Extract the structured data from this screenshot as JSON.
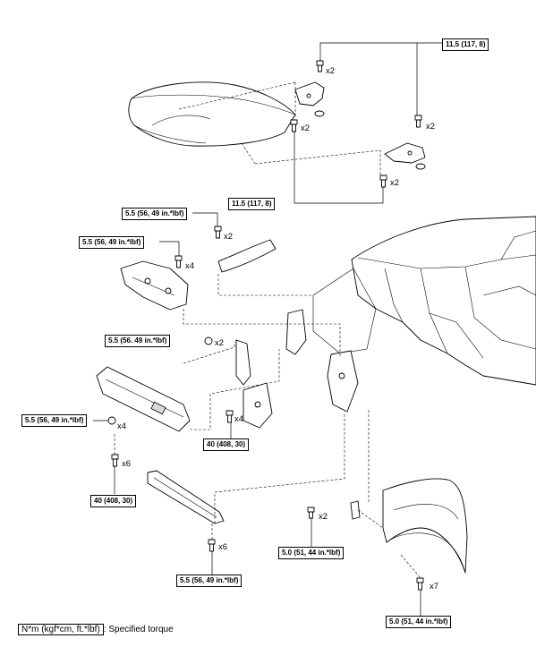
{
  "torque_labels": [
    {
      "id": "t1",
      "text": "11.5 (117, 8)"
    },
    {
      "id": "t2",
      "text": "11.5 (117, 8)"
    },
    {
      "id": "t3",
      "text": "5.5 (56, 49 in.*lbf)"
    },
    {
      "id": "t4",
      "text": "5.5 (56, 49 in.*lbf)"
    },
    {
      "id": "t5",
      "text": "5.5 (56. 49 in.*lbf)"
    },
    {
      "id": "t6",
      "text": "5.5 (56, 49 in.*lbf)"
    },
    {
      "id": "t7",
      "text": "40 (408, 30)"
    },
    {
      "id": "t8",
      "text": "40 (408, 30)"
    },
    {
      "id": "t9",
      "text": "5.0 (51, 44 in.*lbf)"
    },
    {
      "id": "t10",
      "text": "5.5 (56, 49 in.*lbf)"
    },
    {
      "id": "t11",
      "text": "5.0 (51, 44 in.*lbf)"
    }
  ],
  "quantities": [
    {
      "id": "q1",
      "text": "x2"
    },
    {
      "id": "q2",
      "text": "x2"
    },
    {
      "id": "q3",
      "text": "x2"
    },
    {
      "id": "q4",
      "text": "x2"
    },
    {
      "id": "q5",
      "text": "x2"
    },
    {
      "id": "q6",
      "text": "x4"
    },
    {
      "id": "q7",
      "text": "x2"
    },
    {
      "id": "q8",
      "text": "x4"
    },
    {
      "id": "q9",
      "text": "x4"
    },
    {
      "id": "q10",
      "text": "x6"
    },
    {
      "id": "q11",
      "text": "x2"
    },
    {
      "id": "q12",
      "text": "x6"
    },
    {
      "id": "q13",
      "text": "x7"
    }
  ],
  "legend": {
    "unit": "N*m (kgf*cm, ft.*lbf)",
    "description": ": Specified torque"
  }
}
